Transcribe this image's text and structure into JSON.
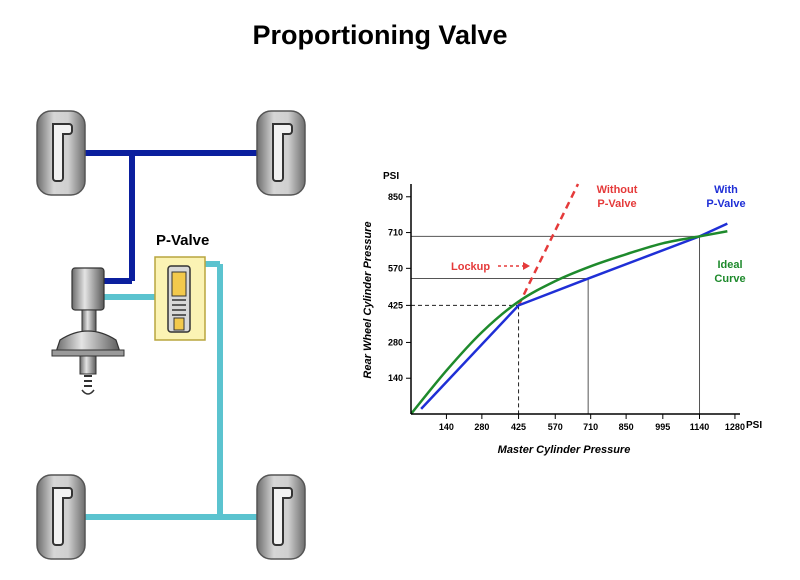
{
  "title": "Proportioning Valve",
  "diagram": {
    "valve_label": "P-Valve"
  },
  "chart_data": {
    "type": "line",
    "y_unit": "PSI",
    "x_unit": "PSI",
    "ylabel": "Rear Wheel Cylinder Pressure",
    "xlabel": "Master Cylinder Pressure",
    "x_ticks": [
      140,
      280,
      425,
      570,
      710,
      850,
      995,
      1140,
      1280
    ],
    "y_ticks": [
      140,
      280,
      425,
      570,
      710,
      850
    ],
    "xlim": [
      0,
      1300
    ],
    "ylim": [
      0,
      900
    ],
    "series": [
      {
        "name": "Without P-Valve",
        "color": "#e53a3a",
        "style": "dashed",
        "x": [
          425,
          660
        ],
        "y": [
          425,
          900
        ]
      },
      {
        "name": "With P-Valve",
        "color": "#1f2fd6",
        "style": "solid",
        "x": [
          40,
          425,
          700,
          1140,
          1250
        ],
        "y": [
          20,
          425,
          530,
          695,
          745
        ]
      },
      {
        "name": "Ideal Curve",
        "color": "#1e8a2c",
        "style": "solid",
        "x": [
          0,
          140,
          280,
          425,
          570,
          710,
          850,
          995,
          1140,
          1250
        ],
        "y": [
          0,
          170,
          320,
          440,
          520,
          578,
          625,
          668,
          695,
          715
        ]
      }
    ],
    "annotations": [
      {
        "text": "Without",
        "color": "#e53a3a"
      },
      {
        "text": "P-Valve",
        "color": "#e53a3a"
      },
      {
        "text": "With",
        "color": "#1f2fd6"
      },
      {
        "text": "P-Valve",
        "color": "#1f2fd6"
      },
      {
        "text": "Ideal",
        "color": "#1e8a2c"
      },
      {
        "text": "Curve",
        "color": "#1e8a2c"
      },
      {
        "text": "Lockup",
        "color": "#e53a3a"
      }
    ],
    "grid": false
  }
}
